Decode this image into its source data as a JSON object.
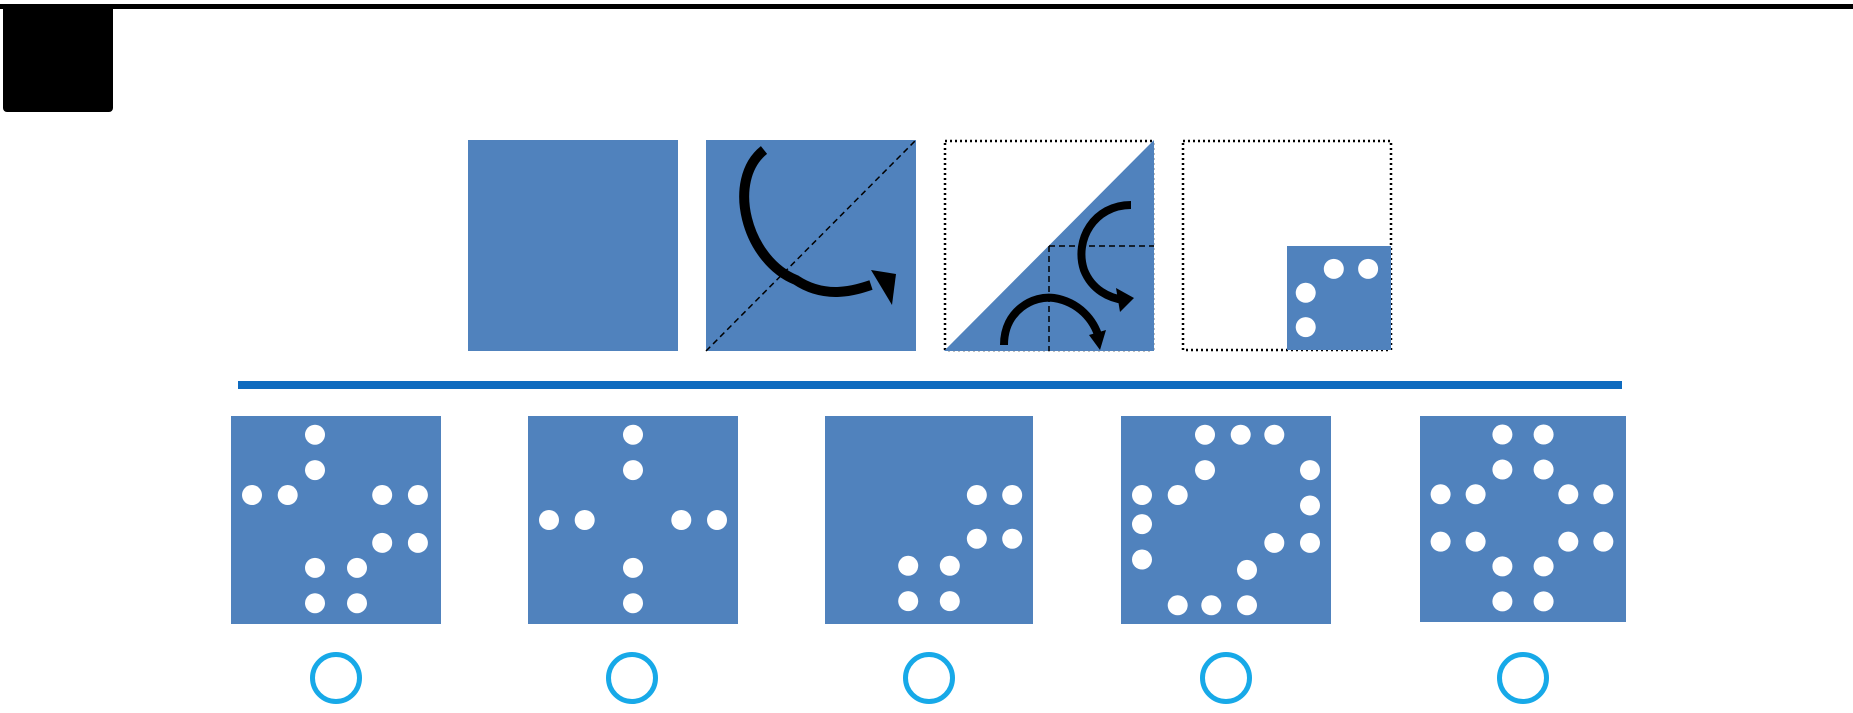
{
  "colors": {
    "tile": "#5082bd",
    "dot": "#ffffff",
    "divider": "#0e6bbf",
    "radio": "#17a9e8",
    "ink": "#000000"
  },
  "question": {
    "steps": [
      {
        "kind": "blank-square"
      },
      {
        "kind": "diagonal-fold",
        "icon": "curved-fold-arrow-icon"
      },
      {
        "kind": "second-fold",
        "icon": "curved-fold-arrow-icon"
      },
      {
        "kind": "punched-result",
        "dots": [
          [
            0.18,
            0.45
          ],
          [
            0.45,
            0.22
          ],
          [
            0.78,
            0.22
          ],
          [
            0.18,
            0.78
          ]
        ]
      }
    ]
  },
  "options": [
    {
      "index": 1,
      "dots": [
        [
          0.4,
          0.09
        ],
        [
          0.4,
          0.26
        ],
        [
          0.1,
          0.38
        ],
        [
          0.27,
          0.38
        ],
        [
          0.72,
          0.38
        ],
        [
          0.89,
          0.38
        ],
        [
          0.72,
          0.61
        ],
        [
          0.89,
          0.61
        ],
        [
          0.4,
          0.73
        ],
        [
          0.6,
          0.73
        ],
        [
          0.4,
          0.9
        ],
        [
          0.6,
          0.9
        ]
      ]
    },
    {
      "index": 2,
      "dots": [
        [
          0.5,
          0.09
        ],
        [
          0.5,
          0.26
        ],
        [
          0.1,
          0.5
        ],
        [
          0.27,
          0.5
        ],
        [
          0.73,
          0.5
        ],
        [
          0.9,
          0.5
        ],
        [
          0.5,
          0.73
        ],
        [
          0.5,
          0.9
        ]
      ]
    },
    {
      "index": 3,
      "dots": [
        [
          0.73,
          0.38
        ],
        [
          0.9,
          0.38
        ],
        [
          0.73,
          0.59
        ],
        [
          0.9,
          0.59
        ],
        [
          0.4,
          0.72
        ],
        [
          0.6,
          0.72
        ],
        [
          0.4,
          0.89
        ],
        [
          0.6,
          0.89
        ]
      ]
    },
    {
      "index": 4,
      "dots": [
        [
          0.4,
          0.09
        ],
        [
          0.57,
          0.09
        ],
        [
          0.73,
          0.09
        ],
        [
          0.4,
          0.26
        ],
        [
          0.9,
          0.26
        ],
        [
          0.9,
          0.43
        ],
        [
          0.1,
          0.38
        ],
        [
          0.27,
          0.38
        ],
        [
          0.1,
          0.52
        ],
        [
          0.1,
          0.69
        ],
        [
          0.73,
          0.61
        ],
        [
          0.9,
          0.61
        ],
        [
          0.6,
          0.74
        ],
        [
          0.27,
          0.91
        ],
        [
          0.43,
          0.91
        ],
        [
          0.6,
          0.91
        ]
      ]
    },
    {
      "index": 5,
      "dots": [
        [
          0.4,
          0.09
        ],
        [
          0.6,
          0.09
        ],
        [
          0.4,
          0.26
        ],
        [
          0.6,
          0.26
        ],
        [
          0.1,
          0.38
        ],
        [
          0.27,
          0.38
        ],
        [
          0.72,
          0.38
        ],
        [
          0.89,
          0.38
        ],
        [
          0.1,
          0.61
        ],
        [
          0.27,
          0.61
        ],
        [
          0.72,
          0.61
        ],
        [
          0.89,
          0.61
        ],
        [
          0.4,
          0.73
        ],
        [
          0.6,
          0.73
        ],
        [
          0.4,
          0.9
        ],
        [
          0.6,
          0.9
        ]
      ]
    }
  ]
}
